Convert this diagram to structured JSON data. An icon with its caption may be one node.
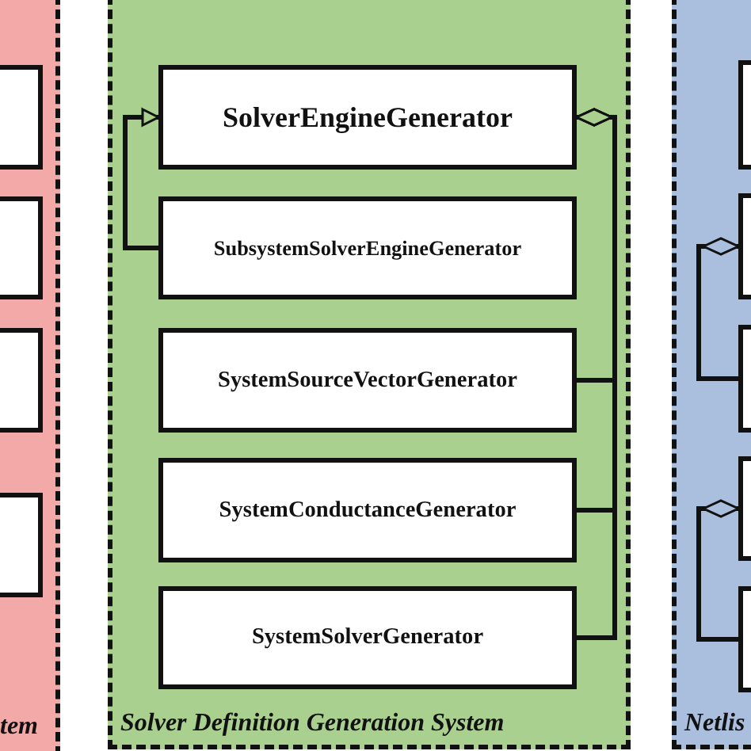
{
  "diagram": {
    "nodes": [
      {
        "text": [
          "tem"
        ]
      },
      {
        "text": [],
        "shape": "box",
        "in": 0
      },
      {
        "text": [],
        "shape": "box",
        "in": 0
      },
      {
        "text": [],
        "shape": "box",
        "in": 0
      },
      {
        "text": [],
        "shape": "box",
        "in": 0
      },
      {
        "text": [
          "Solver Definition Generation System"
        ]
      },
      {
        "text": [
          "SolverEngineGenerator"
        ],
        "in": 5
      },
      {
        "text": [
          "SubsystemSolverEngineGenerator"
        ],
        "in": 5
      },
      {
        "text": [
          "SystemSourceVectorGenerator"
        ],
        "in": 5
      },
      {
        "text": [
          "SystemConductanceGenerator"
        ],
        "in": 5
      },
      {
        "text": [
          "SystemSolverGenerator"
        ],
        "in": 5
      },
      {
        "text": [
          "Netlis"
        ]
      },
      {
        "text": [],
        "shape": "box",
        "in": 11
      },
      {
        "text": [],
        "shape": "box",
        "in": 11
      },
      {
        "text": [],
        "shape": "box",
        "in": 11
      },
      {
        "text": [],
        "shape": "box",
        "in": 11
      },
      {
        "text": [],
        "shape": "box",
        "in": 11
      }
    ],
    "edges": [
      {
        "from": 7,
        "to": 6,
        "arrow": "to"
      },
      {
        "from": 8,
        "to": 6,
        "arrow": "other"
      },
      {
        "from": 9,
        "to": 6,
        "arrow": "other"
      },
      {
        "from": 10,
        "to": 6,
        "arrow": "other"
      },
      {
        "from": 14,
        "to": 13,
        "arrow": "other"
      },
      {
        "from": 16,
        "to": 15,
        "arrow": "other"
      }
    ]
  }
}
